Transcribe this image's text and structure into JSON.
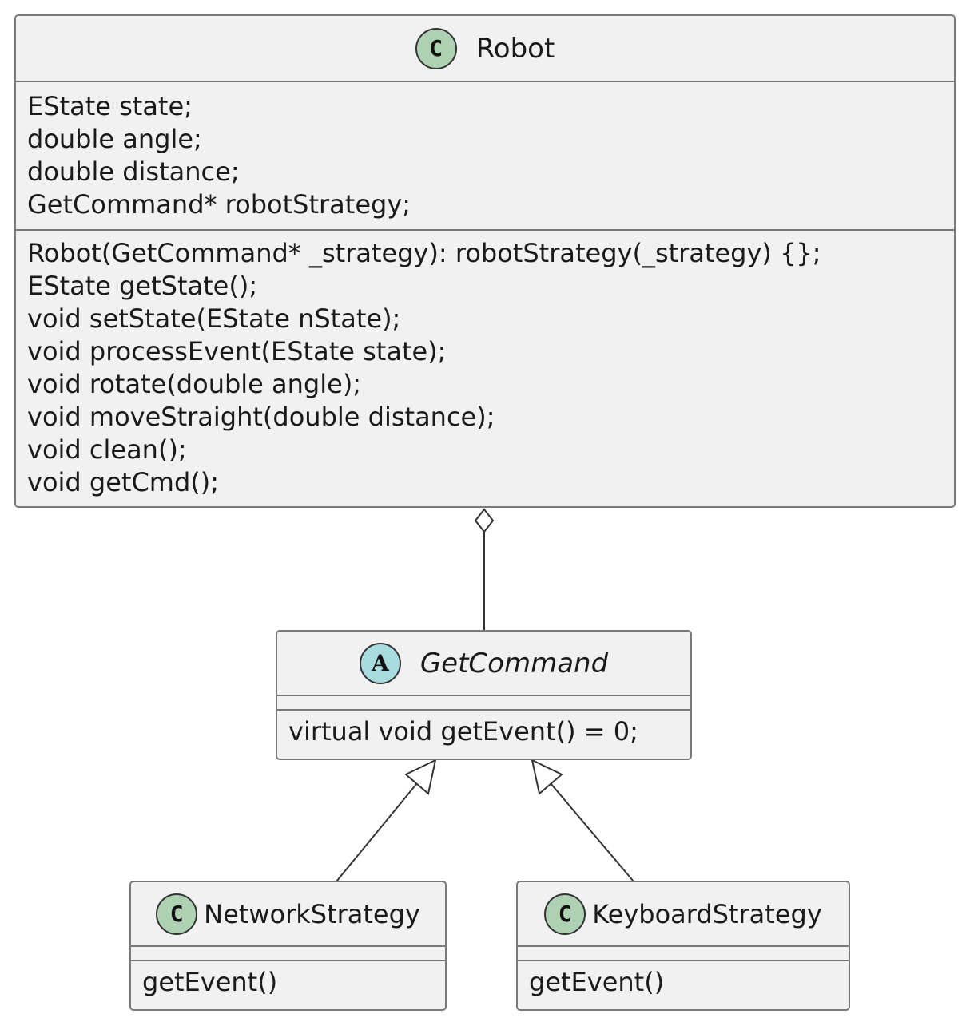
{
  "classes": {
    "robot": {
      "badge": "C",
      "name": "Robot",
      "fields": [
        "EState state;",
        "double angle;",
        "double distance;",
        "GetCommand* robotStrategy;"
      ],
      "methods": [
        "Robot(GetCommand* _strategy): robotStrategy(_strategy) {};",
        "EState getState();",
        "void setState(EState nState);",
        "void processEvent(EState state);",
        "void rotate(double angle);",
        "void moveStraight(double distance);",
        "void clean();",
        "void getCmd();"
      ]
    },
    "getcommand": {
      "badge": "A",
      "name": "GetCommand",
      "methods": [
        "virtual void getEvent() = 0;"
      ]
    },
    "network": {
      "badge": "C",
      "name": "NetworkStrategy",
      "methods": [
        "getEvent()"
      ]
    },
    "keyboard": {
      "badge": "C",
      "name": "KeyboardStrategy",
      "methods": [
        "getEvent()"
      ]
    }
  },
  "relations": [
    {
      "type": "aggregation",
      "from": "Robot",
      "to": "GetCommand"
    },
    {
      "type": "generalization",
      "from": "NetworkStrategy",
      "to": "GetCommand"
    },
    {
      "type": "generalization",
      "from": "KeyboardStrategy",
      "to": "GetCommand"
    }
  ],
  "colors": {
    "class_fill": "#f1f1f1",
    "border": "#7a7a7a",
    "class_badge": "#add1b2",
    "abstract_badge": "#a9dcdf",
    "line": "#333333"
  }
}
